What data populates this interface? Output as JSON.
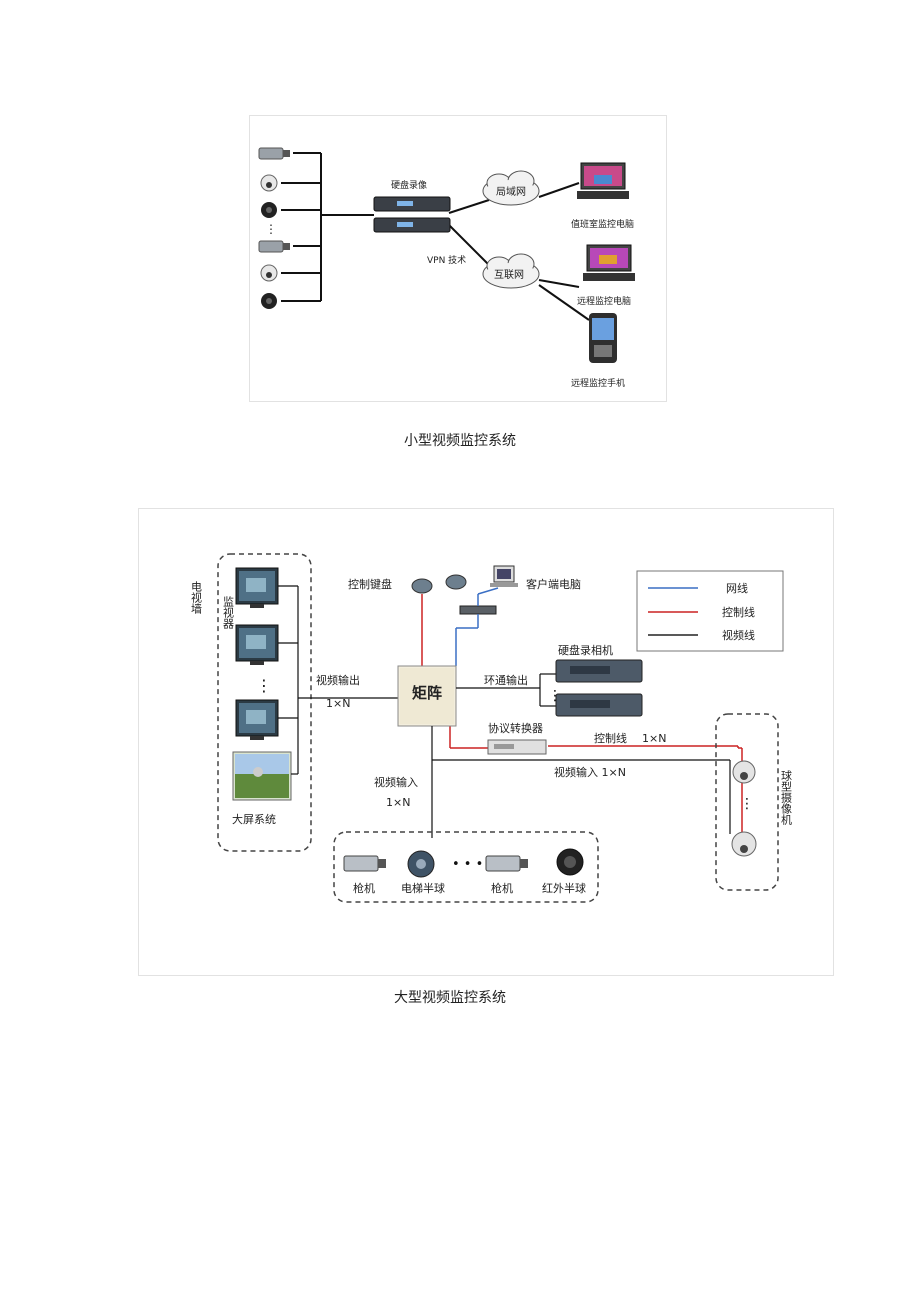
{
  "figure1": {
    "caption": "小型视频监控系统",
    "dvr_label": "硬盘录像",
    "vpn_label": "VPN 技术",
    "lan_label": "局域网",
    "internet_label": "互联网",
    "duty_pc_label": "值班室监控电脑",
    "remote_pc_label": "远程监控电脑",
    "remote_phone_label": "远程监控手机"
  },
  "figure2": {
    "caption": "大型视频监控系统",
    "tv_wall_label": "电视墙",
    "monitor_label": "监视器",
    "big_screen_label": "大屏系统",
    "control_keyboard_label": "控制键盘",
    "client_pc_label": "客户端电脑",
    "matrix_label": "矩阵",
    "video_out_label": "视频输出",
    "video_out_ratio": "1×N",
    "loop_out_label": "环通输出",
    "dvr_label": "硬盘录相机",
    "protocol_converter_label": "协议转换器",
    "control_line_label": "控制线",
    "control_ratio": "1×N",
    "video_in_label_right": "视频输入 1×N",
    "video_in_label": "视频输入",
    "video_in_ratio": "1×N",
    "dome_group_label": "球型摄像机",
    "cameras": [
      "枪机",
      "电梯半球",
      "枪机",
      "红外半球"
    ],
    "legend": {
      "items": [
        {
          "label": "网线",
          "color": "#3a6fc4"
        },
        {
          "label": "控制线",
          "color": "#cc2222"
        },
        {
          "label": "视频线",
          "color": "#222222"
        }
      ]
    }
  }
}
